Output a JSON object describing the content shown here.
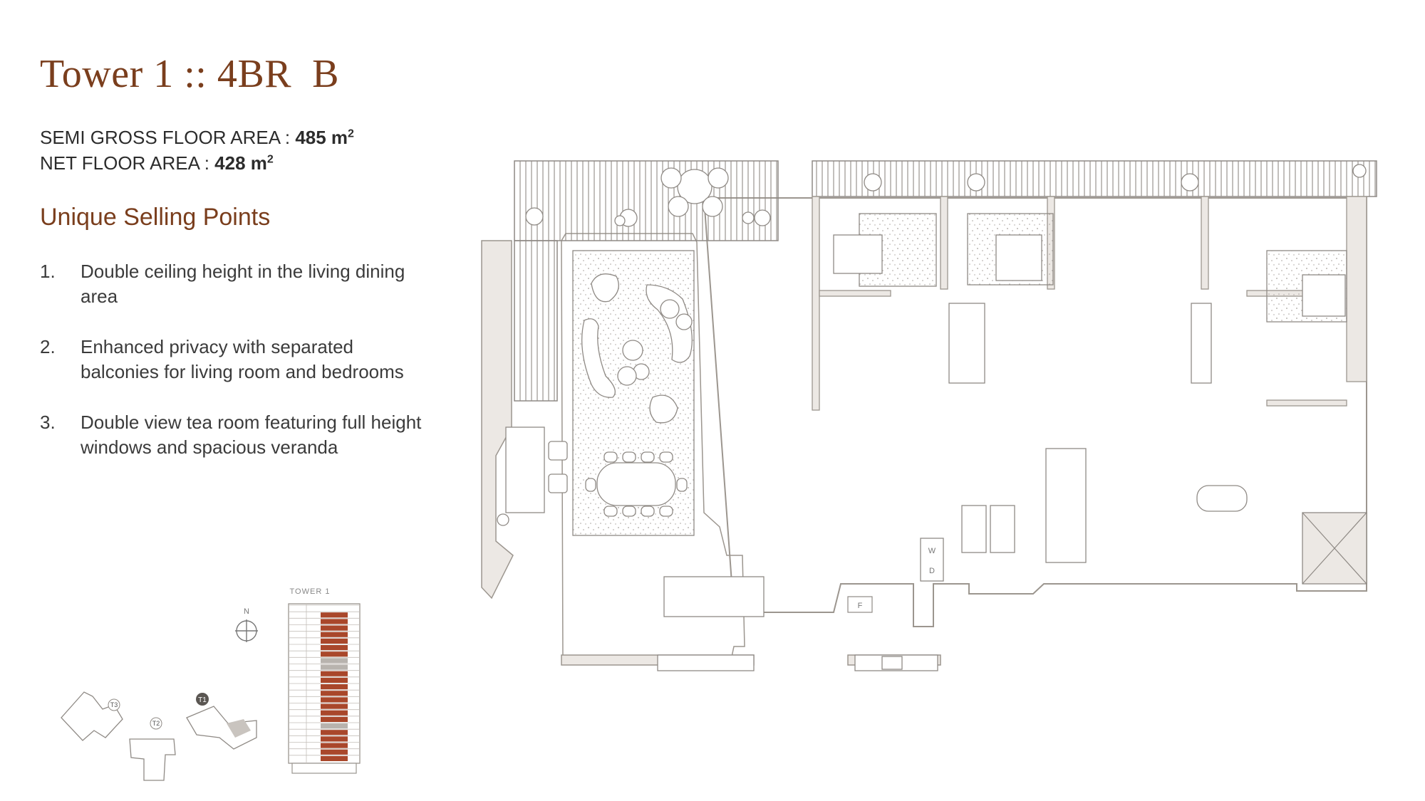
{
  "page": {
    "title": "Tower 1 :: 4BR  B",
    "semi_gross": {
      "label": "SEMI GROSS FLOOR AREA : ",
      "value": "485 m",
      "sup": "2"
    },
    "net_area": {
      "label": "NET FLOOR AREA : ",
      "value": "428 m",
      "sup": "2"
    },
    "usp_heading": "Unique Selling Points",
    "usp": [
      {
        "num": "1.",
        "text": "Double ceiling height in the living dining area"
      },
      {
        "num": "2.",
        "text": "Enhanced privacy with separated balconies for living room and bedrooms"
      },
      {
        "num": "3.",
        "text": "Double view tea room featuring full height windows and spacious veranda"
      }
    ]
  },
  "key_plan": {
    "north_label": "N",
    "towers": [
      "T3",
      "T2",
      "T1"
    ],
    "elevation_label": "TOWER 1"
  },
  "floorplan_labels": {
    "washer": "W",
    "dryer": "D",
    "fridge": "F"
  },
  "colors": {
    "title_brown": "#7a3e1d",
    "wall_fill": "#ece8e4",
    "line": "#8f8a85",
    "highlight_red": "#a9472b",
    "highlight_grey": "#b8b3ae"
  }
}
